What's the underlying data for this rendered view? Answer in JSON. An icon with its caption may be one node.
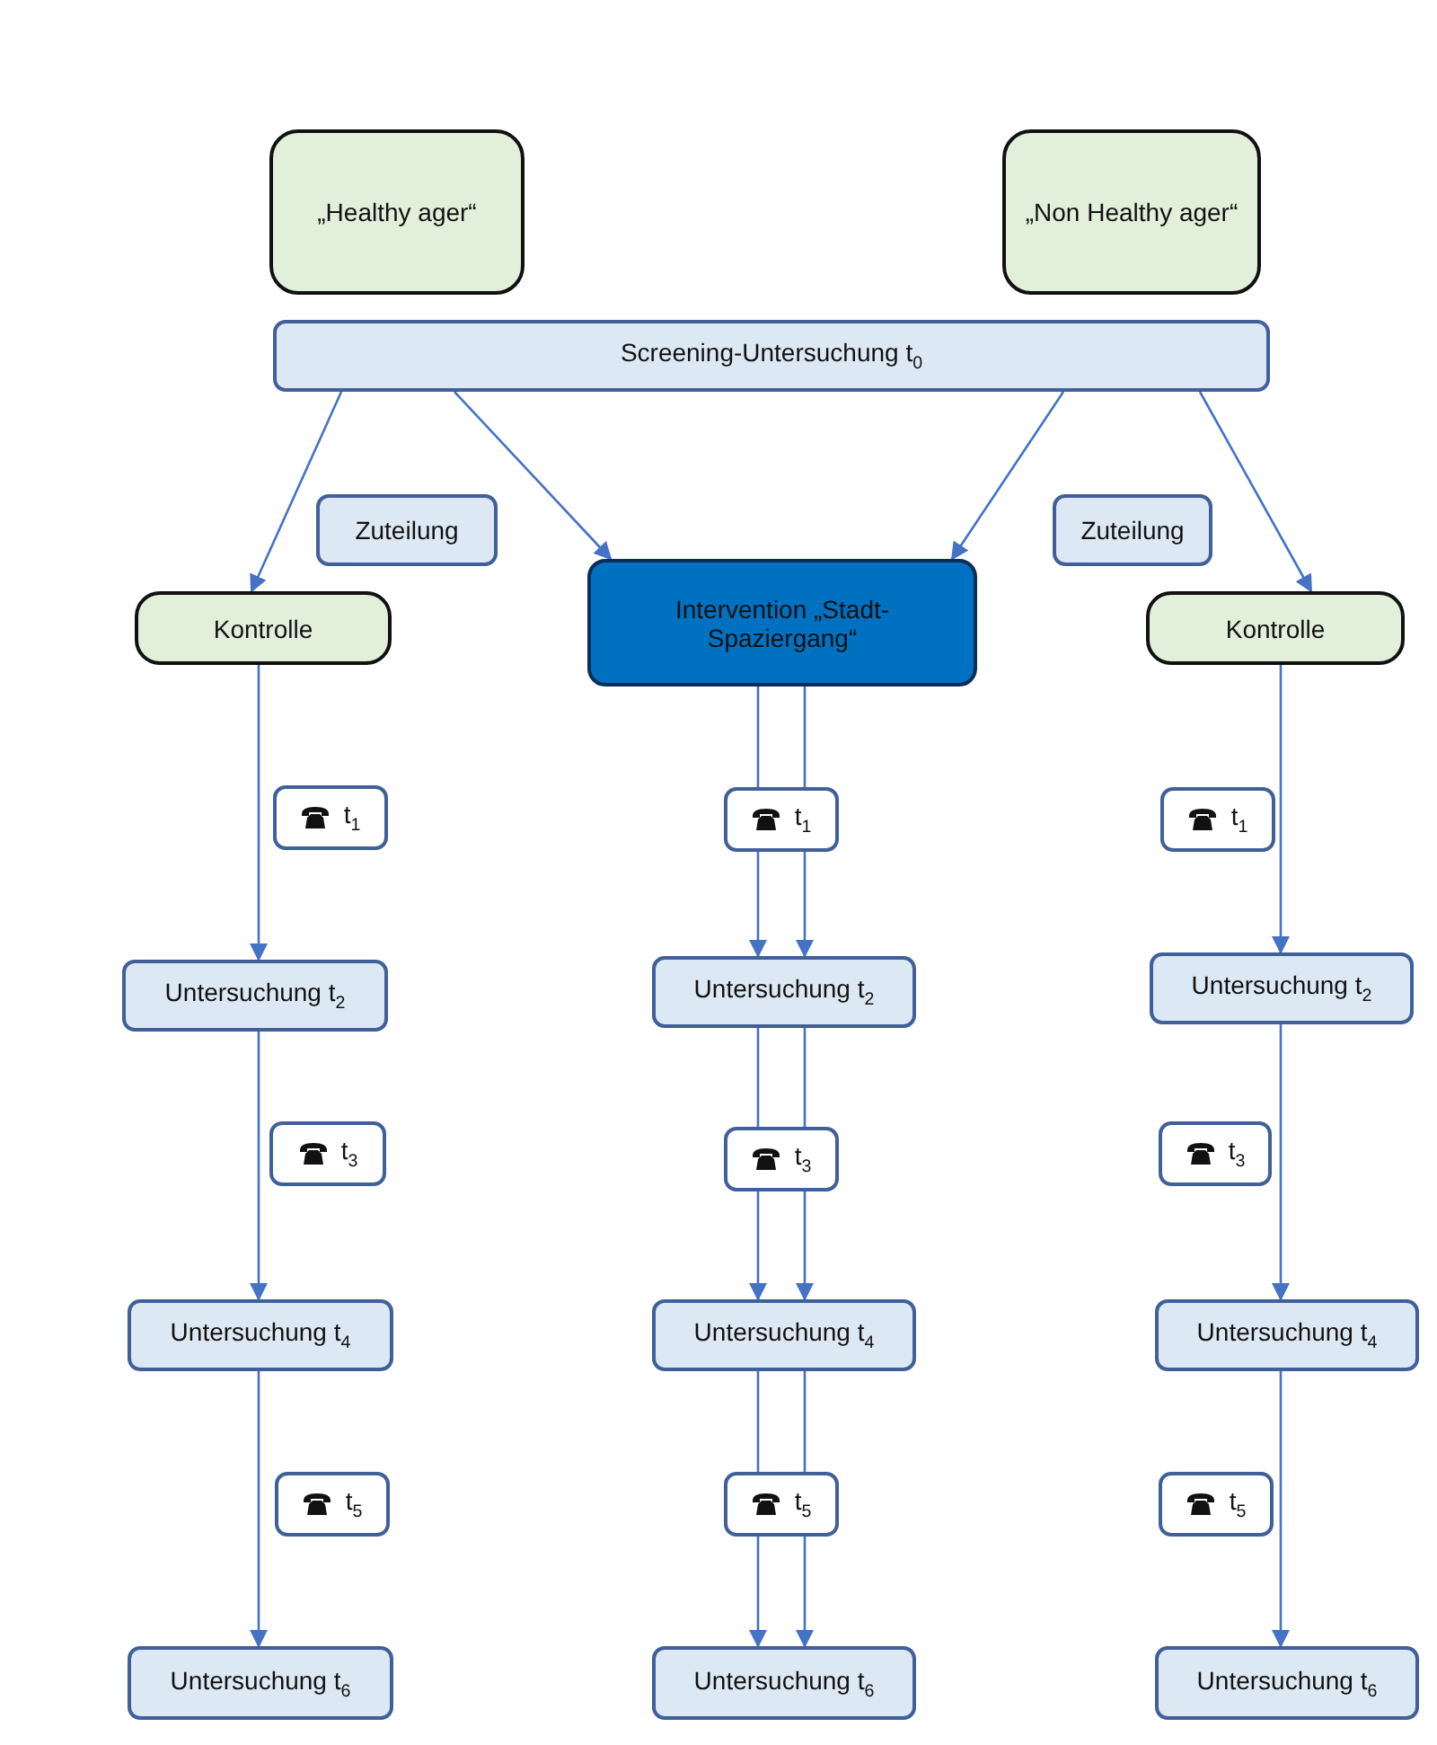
{
  "diagram": {
    "nodes": [
      {
        "text": [
          "„Healthy ager“"
        ]
      },
      {
        "text": [
          "„Non Healthy ager“"
        ]
      },
      {
        "text": [
          "Screening-Untersuchung t$_{0}$"
        ]
      },
      {
        "text": [
          "Zuteilung"
        ]
      },
      {
        "text": [
          "Zuteilung"
        ]
      },
      {
        "text": [
          "Kontrolle"
        ]
      },
      {
        "text": [
          "Intervention „Stadt-Spaziergang“"
        ]
      },
      {
        "text": [
          "Kontrolle"
        ]
      },
      {
        "text": [
          "t$_{1}$"
        ]
      },
      {
        "text": [
          "t$_{1}$"
        ]
      },
      {
        "text": [
          "t$_{1}$"
        ]
      },
      {
        "text": [
          "Untersuchung t$_{2}$"
        ]
      },
      {
        "text": [
          "Untersuchung t$_{2}$"
        ]
      },
      {
        "text": [
          "Untersuchung t$_{2}$"
        ]
      },
      {
        "text": [
          "t$_{3}$"
        ]
      },
      {
        "text": [
          "t$_{3}$"
        ]
      },
      {
        "text": [
          "t$_{3}$"
        ]
      },
      {
        "text": [
          "Untersuchung t$_{4}$"
        ]
      },
      {
        "text": [
          "Untersuchung t$_{4}$"
        ]
      },
      {
        "text": [
          "Untersuchung t$_{4}$"
        ]
      },
      {
        "text": [
          "t$_{5}$"
        ]
      },
      {
        "text": [
          "t$_{5}$"
        ]
      },
      {
        "text": [
          "t$_{5}$"
        ]
      },
      {
        "text": [
          "Untersuchung t$_{6}$"
        ]
      },
      {
        "text": [
          "Untersuchung t$_{6}$"
        ]
      },
      {
        "text": [
          "Untersuchung t$_{6}$"
        ]
      }
    ],
    "edges": [
      {
        "from": 2,
        "to": 5,
        "arrow": "to"
      },
      {
        "from": 2,
        "to": 6,
        "arrow": "to"
      },
      {
        "from": 2,
        "to": 6,
        "arrow": "to"
      },
      {
        "from": 2,
        "to": 7,
        "arrow": "to"
      },
      {
        "from": 5,
        "to": 11,
        "arrow": "to"
      },
      {
        "from": 6,
        "to": 9,
        "arrow": "none"
      },
      {
        "from": 6,
        "to": 9,
        "arrow": "none"
      },
      {
        "from": 9,
        "to": 12,
        "arrow": "to"
      },
      {
        "from": 9,
        "to": 12,
        "arrow": "to"
      },
      {
        "from": 7,
        "to": 13,
        "arrow": "to"
      },
      {
        "from": 11,
        "to": 17,
        "arrow": "to"
      },
      {
        "from": 12,
        "to": 15,
        "arrow": "none"
      },
      {
        "from": 12,
        "to": 15,
        "arrow": "none"
      },
      {
        "from": 15,
        "to": 18,
        "arrow": "to"
      },
      {
        "from": 15,
        "to": 18,
        "arrow": "to"
      },
      {
        "from": 13,
        "to": 19,
        "arrow": "to"
      },
      {
        "from": 17,
        "to": 23,
        "arrow": "to"
      },
      {
        "from": 18,
        "to": 21,
        "arrow": "none"
      },
      {
        "from": 18,
        "to": 21,
        "arrow": "none"
      },
      {
        "from": 21,
        "to": 24,
        "arrow": "to"
      },
      {
        "from": 21,
        "to": 24,
        "arrow": "to"
      },
      {
        "from": 19,
        "to": 25,
        "arrow": "to"
      }
    ]
  }
}
